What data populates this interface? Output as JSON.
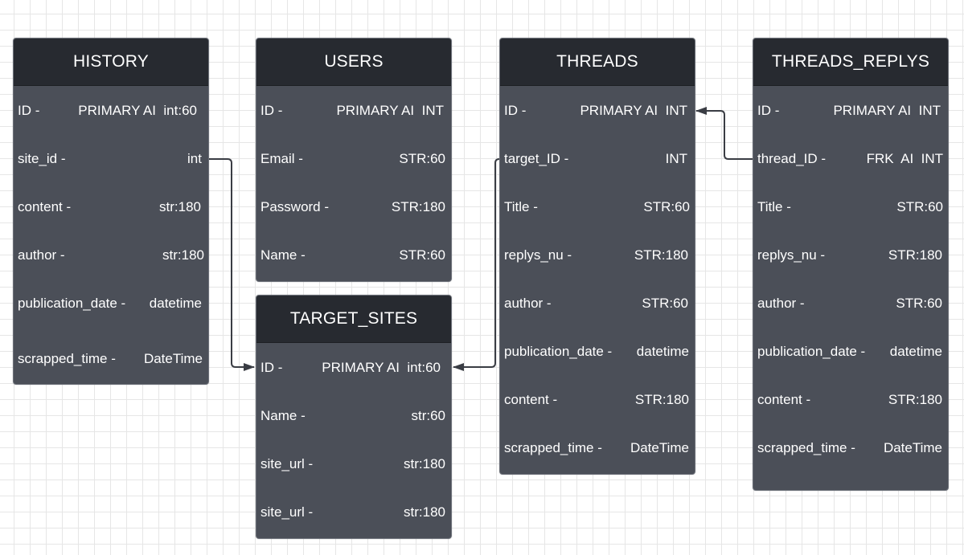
{
  "tables": {
    "history": {
      "title": "HISTORY",
      "fields": [
        {
          "name": "ID -",
          "type": "PRIMARY AI  int:60"
        },
        {
          "name": "site_id -",
          "type": "int"
        },
        {
          "name": "content -",
          "type": "str:180"
        },
        {
          "name": "author -",
          "type": "str:180"
        },
        {
          "name": "publication_date -",
          "type": "datetime"
        },
        {
          "name": "scrapped_time -",
          "type": "DateTime"
        }
      ]
    },
    "users": {
      "title": "USERS",
      "fields": [
        {
          "name": "ID -",
          "type": "PRIMARY AI  INT"
        },
        {
          "name": "Email -",
          "type": "STR:60"
        },
        {
          "name": "Password -",
          "type": "STR:180"
        },
        {
          "name": "Name -",
          "type": "STR:60"
        }
      ]
    },
    "target_sites": {
      "title": "TARGET_SITES",
      "fields": [
        {
          "name": "ID -",
          "type": "PRIMARY AI  int:60"
        },
        {
          "name": "Name -",
          "type": "str:60"
        },
        {
          "name": "site_url -",
          "type": "str:180"
        },
        {
          "name": "site_url -",
          "type": "str:180"
        }
      ]
    },
    "threads": {
      "title": "THREADS",
      "fields": [
        {
          "name": "ID -",
          "type": "PRIMARY AI  INT"
        },
        {
          "name": "target_ID -",
          "type": "INT"
        },
        {
          "name": "Title -",
          "type": "STR:60"
        },
        {
          "name": "replys_nu -",
          "type": "STR:180"
        },
        {
          "name": "author -",
          "type": "STR:60"
        },
        {
          "name": "publication_date -",
          "type": "datetime"
        },
        {
          "name": "content -",
          "type": "STR:180"
        },
        {
          "name": "scrapped_time -",
          "type": "DateTime"
        }
      ]
    },
    "threads_replys": {
      "title": "THREADS_REPLYS",
      "fields": [
        {
          "name": "ID -",
          "type": "PRIMARY AI  INT"
        },
        {
          "name": "thread_ID -",
          "type": "FRK  AI  INT"
        },
        {
          "name": "Title -",
          "type": "STR:60"
        },
        {
          "name": "replys_nu -",
          "type": "STR:180"
        },
        {
          "name": "author -",
          "type": "STR:60"
        },
        {
          "name": "publication_date -",
          "type": "datetime"
        },
        {
          "name": "content -",
          "type": "STR:180"
        },
        {
          "name": "scrapped_time -",
          "type": "DateTime"
        }
      ]
    }
  },
  "colors": {
    "header_bg": "#272a30",
    "body_bg": "#4b4f58",
    "text": "#ffffff",
    "connector": "#3a3d44"
  }
}
